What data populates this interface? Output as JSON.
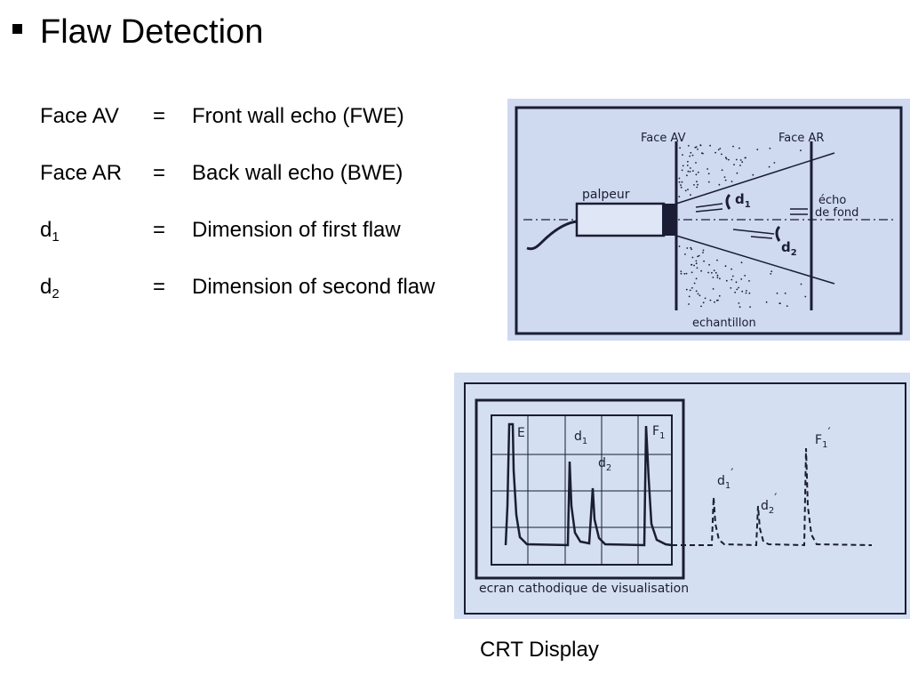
{
  "slide": {
    "title": "Flaw Detection",
    "bullet_icon": "square-bullet-icon"
  },
  "definitions": [
    {
      "term": "Face AV",
      "term_sub": "",
      "equals": "=",
      "meaning": "Front wall echo (FWE)"
    },
    {
      "term": "Face AR",
      "term_sub": "",
      "equals": "=",
      "meaning": "Back wall echo (BWE)"
    },
    {
      "term": "d",
      "term_sub": "1",
      "equals": "=",
      "meaning": "Dimension of first flaw"
    },
    {
      "term": "d",
      "term_sub": "2",
      "equals": "=",
      "meaning": "Dimension of second flaw"
    }
  ],
  "specimen_figure": {
    "face_av_label": "Face AV",
    "face_ar_label": "Face AR",
    "probe_label": "palpeur",
    "d1_label": "d",
    "d1_sub": "1",
    "d2_label": "d",
    "d2_sub": "2",
    "echo_label_1": "écho",
    "echo_label_2": "de fond",
    "specimen_label": "echantillon",
    "background_color": "#cfd9f0",
    "ink_color": "#1a1d33"
  },
  "crt_figure": {
    "e_label": "E",
    "d1_label": "d",
    "d1_sub": "1",
    "d2_label": "d",
    "d2_sub": "2",
    "f1_label": "F",
    "f1_sub": "1",
    "d1_prime_label": "d",
    "d1_prime_sub": "1",
    "d1_prime_mark": "′",
    "d2_prime_label": "d",
    "d2_prime_sub": "2",
    "d2_prime_mark": "′",
    "f1_prime_label": "F",
    "f1_prime_sub": "1",
    "f1_prime_mark": "′",
    "screen_label": "ecran cathodique de visualisation",
    "background_color": "#d4dff2",
    "ink_color": "#1a1d33"
  },
  "caption": "CRT Display"
}
